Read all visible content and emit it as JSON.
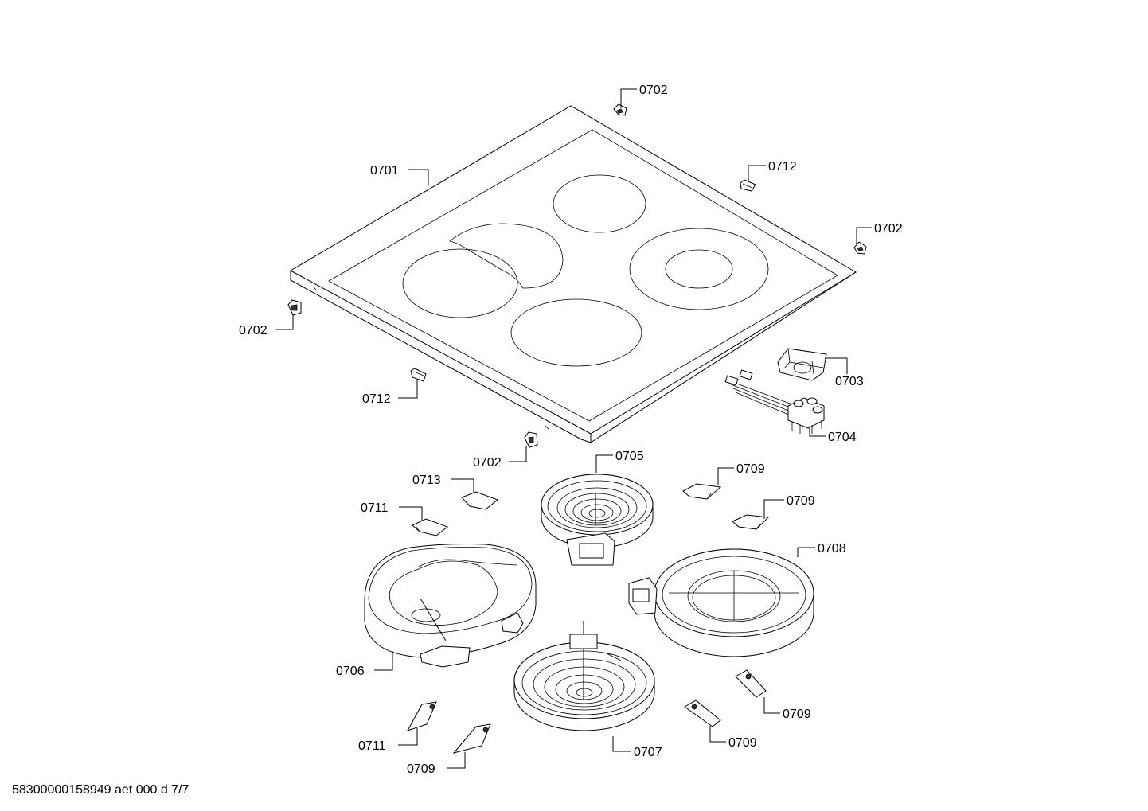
{
  "drawing_id": "58300000158949 aet 000 d 7/7",
  "callouts": {
    "c0701": "0701",
    "c0702_top": "0702",
    "c0712_top": "0712",
    "c0702_right": "0702",
    "c0702_left": "0702",
    "c0712_left": "0712",
    "c0702_bottom": "0702",
    "c0703": "0703",
    "c0704": "0704",
    "c0705": "0705",
    "c0713": "0713",
    "c0711_upper": "0711",
    "c0709_a": "0709",
    "c0709_b": "0709",
    "c0708": "0708",
    "c0706": "0706",
    "c0707": "0707",
    "c0709_c": "0709",
    "c0709_d": "0709",
    "c0711_lower": "0711",
    "c0709_e": "0709"
  }
}
